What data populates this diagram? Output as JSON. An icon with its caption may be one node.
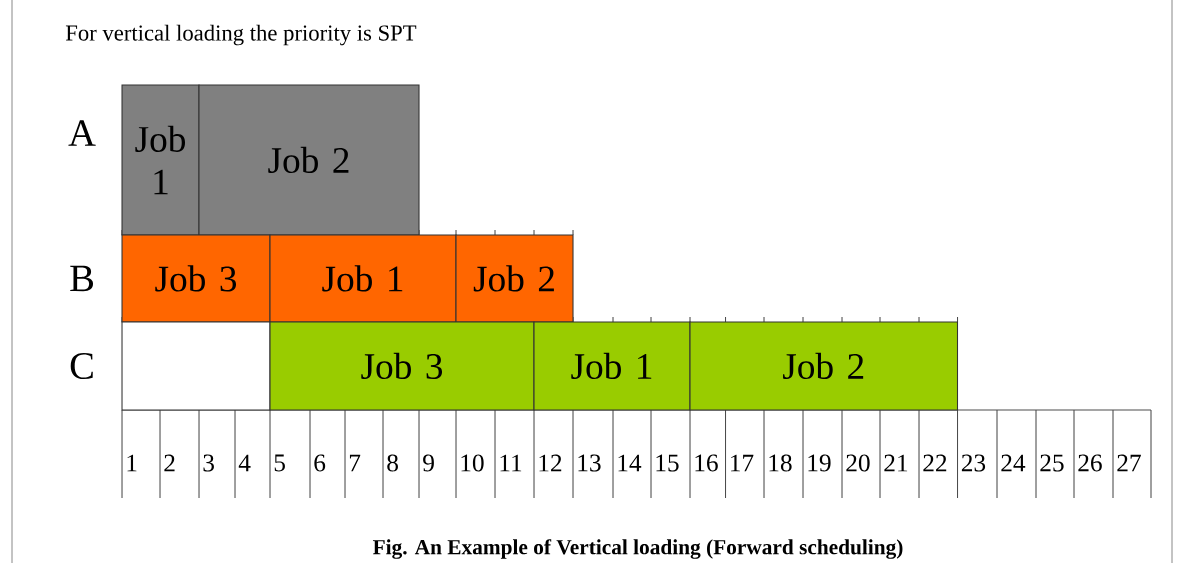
{
  "diagram": {
    "title": "For vertical loading the priority is SPT",
    "caption": "Fig. An Example of Vertical loading (Forward scheduling)",
    "nodes": [
      {
        "text": [
          "Job 1"
        ]
      },
      {
        "text": [
          "Job 2"
        ]
      },
      {
        "text": [
          "Job 3"
        ]
      },
      {
        "text": [
          "Job 1"
        ]
      },
      {
        "text": [
          "Job 2"
        ]
      },
      {
        "text": [],
        "shape": "box"
      },
      {
        "text": [
          "Job 3"
        ]
      },
      {
        "text": [
          "Job 1"
        ]
      },
      {
        "text": [
          "Job 2"
        ]
      }
    ],
    "labels": [
      "A",
      "B",
      "C",
      "1",
      "2",
      "3",
      "4",
      "5",
      "6",
      "7",
      "8",
      "9",
      "10",
      "11",
      "12",
      "13",
      "14",
      "15",
      "16",
      "17",
      "18",
      "19",
      "20",
      "21",
      "22",
      "23",
      "24",
      "25",
      "26",
      "27"
    ]
  }
}
